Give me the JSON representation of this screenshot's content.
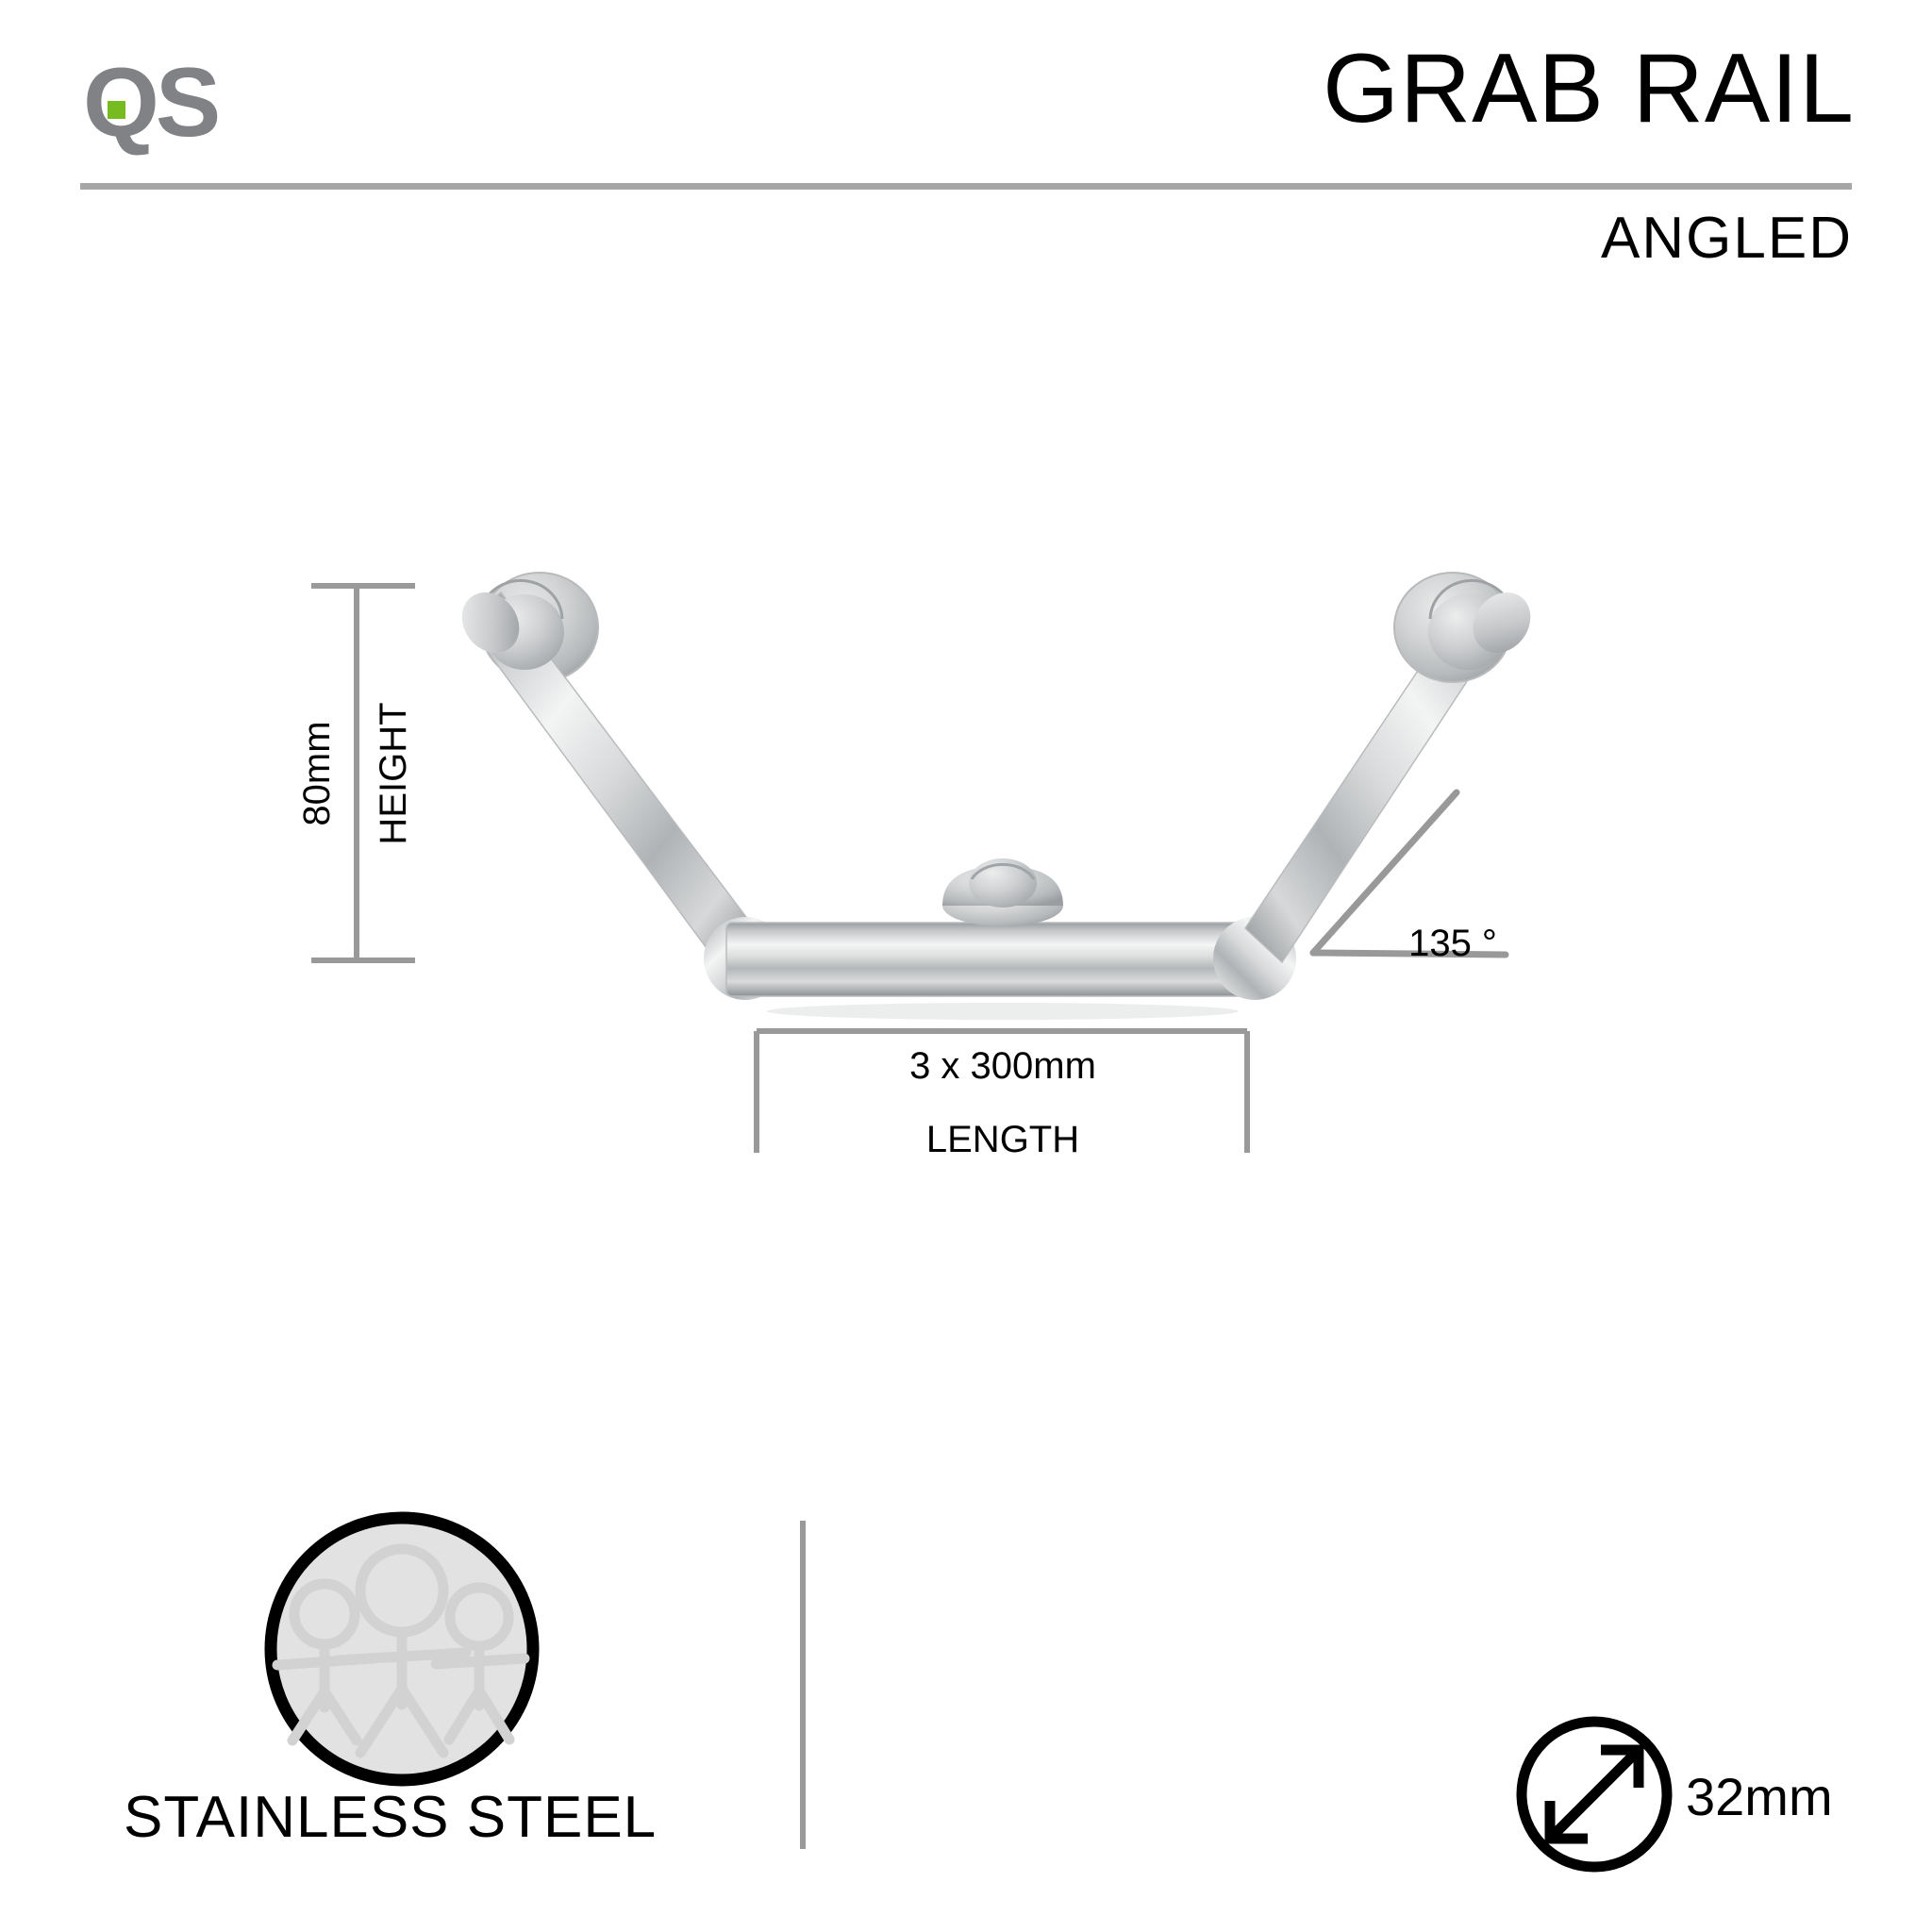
{
  "header": {
    "logo_text": "QS",
    "logo_color": "#808285",
    "logo_accent_color": "#76bc21",
    "title": "GRAB RAIL",
    "subtitle": "ANGLED",
    "rule_color": "#a6a6a6"
  },
  "diagram": {
    "product_name": "angled-grab-rail",
    "steel_light": "#f2f2f2",
    "steel_mid": "#c9cbcd",
    "steel_dark": "#8d9093",
    "dimension_line_color": "#999999",
    "height": {
      "value": "80mm",
      "label": "HEIGHT"
    },
    "length": {
      "value": "3 x 300mm",
      "label": "LENGTH"
    },
    "angle": {
      "value": "135 °"
    }
  },
  "footer": {
    "material": {
      "icon": "three-people-icon",
      "label": "STAINLESS STEEL",
      "badge_fill": "#e2e2e2",
      "badge_stroke": "#000000",
      "figure_color": "#d2d2d2"
    },
    "divider_color": "#999999",
    "diameter": {
      "icon": "diagonal-arrows-icon",
      "label": "32mm"
    }
  }
}
